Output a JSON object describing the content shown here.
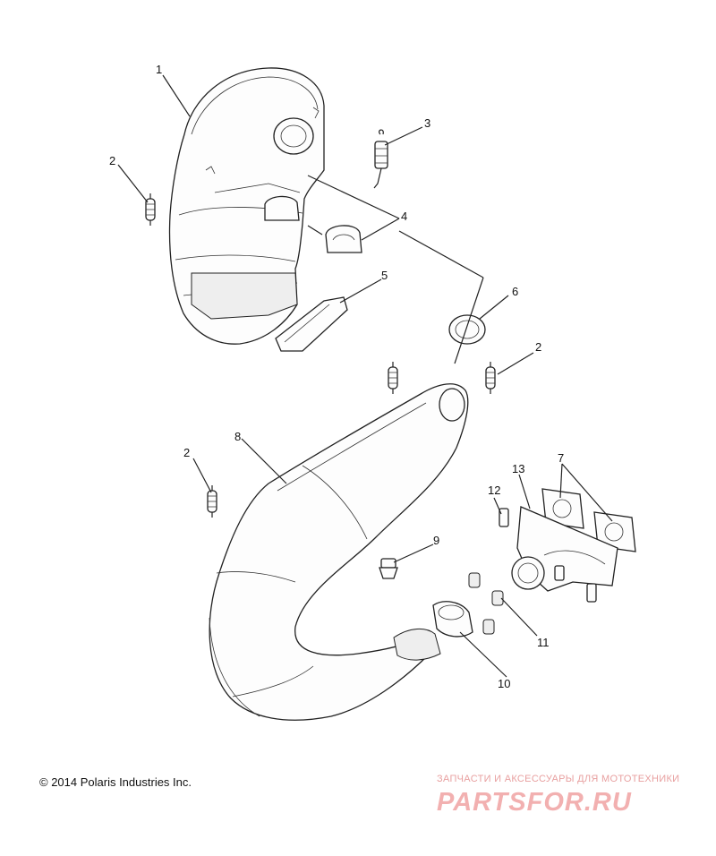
{
  "callouts": [
    "1",
    "2",
    "3",
    "4",
    "5",
    "6",
    "2",
    "8",
    "2",
    "7",
    "13",
    "12",
    "9",
    "11",
    "10"
  ],
  "copyright": "© 2014 Polaris Industries Inc.",
  "watermark": {
    "tagline": "ЗАПЧАСТИ И АКСЕССУАРЫ ДЛЯ МОТОТЕХНИКИ",
    "logo": "PARTSFOR.RU"
  }
}
